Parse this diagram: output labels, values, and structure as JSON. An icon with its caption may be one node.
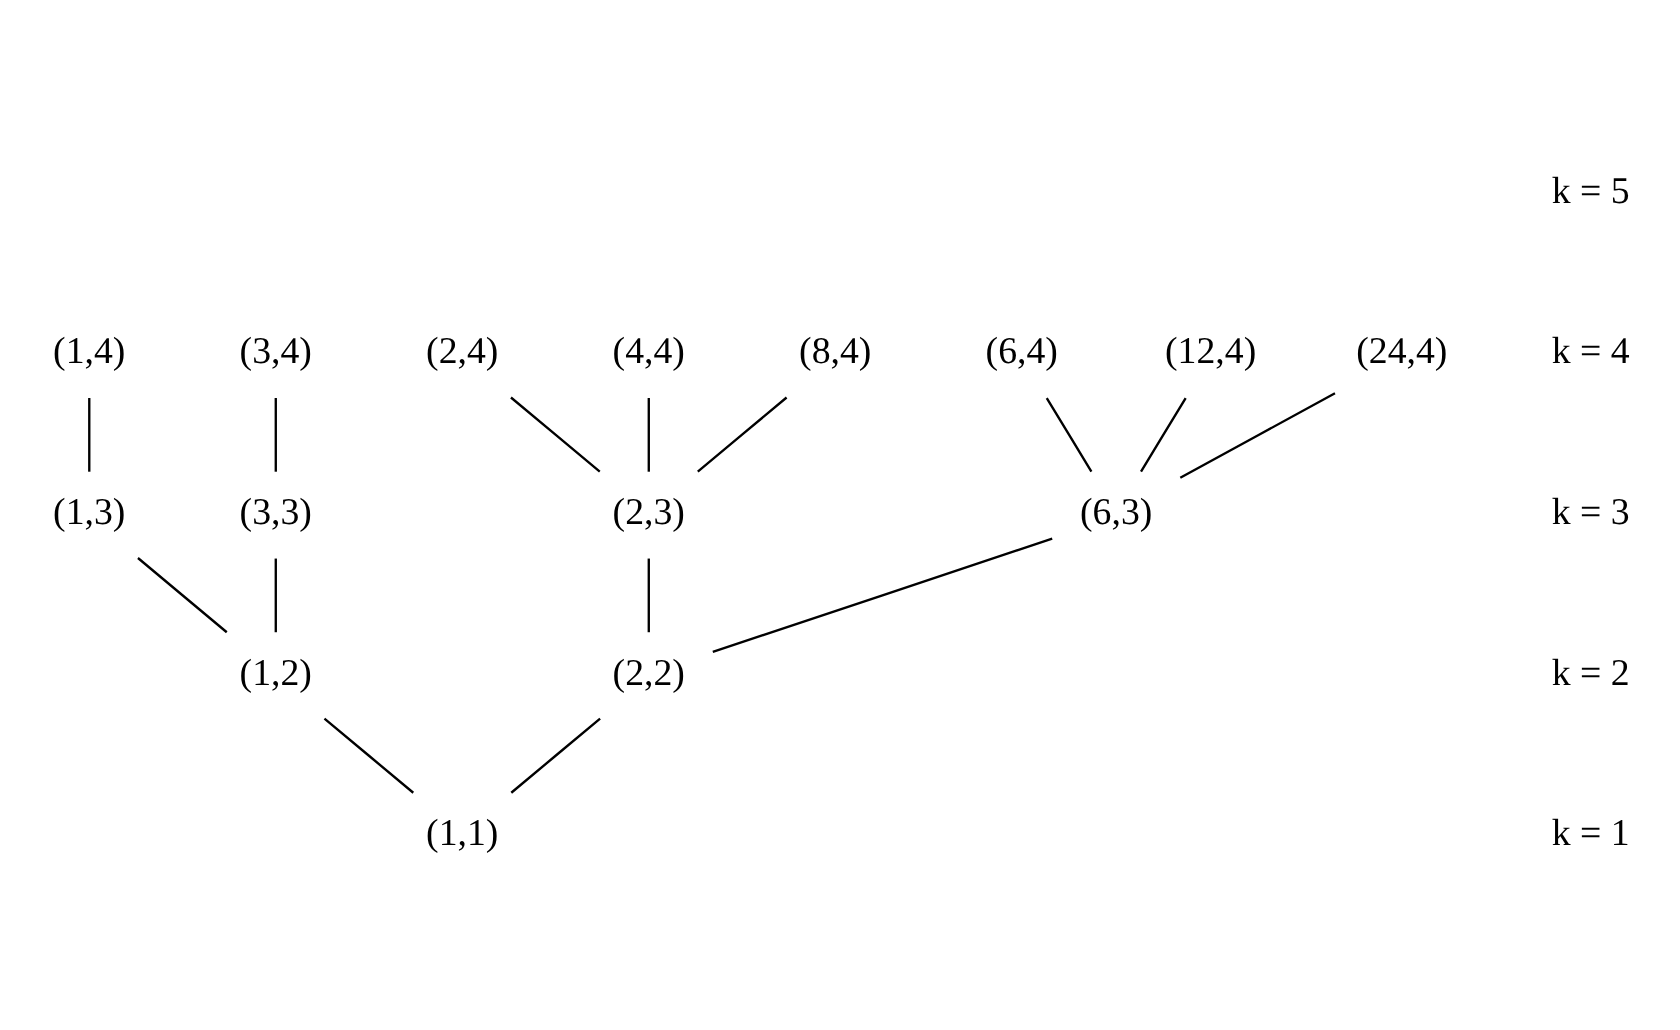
{
  "diagram": {
    "nodes": [
      {
        "text": [
          "(1,4)"
        ]
      },
      {
        "text": [
          "(3,4)"
        ]
      },
      {
        "text": [
          "(2,4)"
        ]
      },
      {
        "text": [
          "(4,4)"
        ]
      },
      {
        "text": [
          "(8,4)"
        ]
      },
      {
        "text": [
          "(6,4)"
        ]
      },
      {
        "text": [
          "(12,4)"
        ]
      },
      {
        "text": [
          "(24,4)"
        ]
      },
      {
        "text": [
          "(1,3)"
        ]
      },
      {
        "text": [
          "(3,3)"
        ]
      },
      {
        "text": [
          "(2,3)"
        ]
      },
      {
        "text": [
          "(6,3)"
        ]
      },
      {
        "text": [
          "(1,2)"
        ]
      },
      {
        "text": [
          "(2,2)"
        ]
      },
      {
        "text": [
          "(1,1)"
        ]
      }
    ],
    "edges": [
      {
        "from": 8,
        "to": 0,
        "arrow": "none"
      },
      {
        "from": 9,
        "to": 1,
        "arrow": "none"
      },
      {
        "from": 10,
        "to": 2,
        "arrow": "none"
      },
      {
        "from": 10,
        "to": 3,
        "arrow": "none"
      },
      {
        "from": 10,
        "to": 4,
        "arrow": "none"
      },
      {
        "from": 11,
        "to": 5,
        "arrow": "none"
      },
      {
        "from": 11,
        "to": 6,
        "arrow": "none"
      },
      {
        "from": 11,
        "to": 7,
        "arrow": "none"
      },
      {
        "from": 12,
        "to": 8,
        "arrow": "none"
      },
      {
        "from": 12,
        "to": 9,
        "arrow": "none"
      },
      {
        "from": 13,
        "to": 10,
        "arrow": "none"
      },
      {
        "from": 13,
        "to": 11,
        "arrow": "none"
      },
      {
        "from": 14,
        "to": 12,
        "arrow": "none"
      },
      {
        "from": 14,
        "to": 13,
        "arrow": "none"
      }
    ],
    "labels": [
      "k = 5",
      "k = 4",
      "k = 3",
      "k = 2",
      "k = 1"
    ]
  }
}
